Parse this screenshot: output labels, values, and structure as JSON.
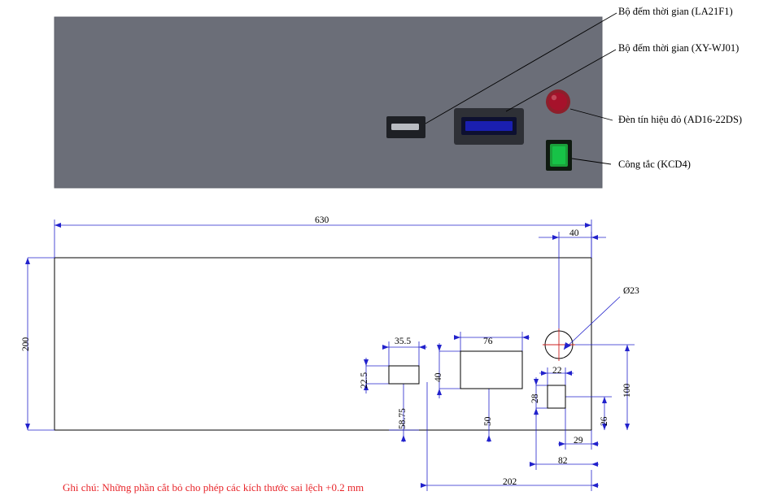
{
  "photo": {
    "name": "enclosure-front-panel-photo",
    "panel_color": "#6b6e78",
    "components": [
      {
        "name": "timer-la21f1",
        "label": "Bộ đếm thời gian (LA21F1)"
      },
      {
        "name": "timer-xywj01",
        "label": "Bộ đếm thời gian (XY-WJ01)"
      },
      {
        "name": "red-indicator-lamp",
        "label": "Đèn tín hiệu đỏ (AD16-22DS)"
      },
      {
        "name": "rocker-switch",
        "label": "Công tắc (KCD4)"
      }
    ]
  },
  "drawing": {
    "title": "front-panel-cutout-drawing",
    "dimensions": {
      "overall_width": "630",
      "overall_height": "200",
      "edge_to_hole": "40",
      "hole_diameter": "Ø23",
      "rect_small_width": "35.5",
      "rect_small_height": "22.5",
      "rect_small_offset": "58.75",
      "rect_large_width": "76",
      "rect_large_height": "40",
      "rect_large_offset": "50",
      "switch_width": "22",
      "switch_height": "28",
      "switch_offset_x": "29",
      "switch_offset_y": "26",
      "dim_100": "100",
      "dim_82": "82",
      "dim_202": "202"
    },
    "note": "Ghi chú: Những phần cắt bỏ cho phép các kích thước sai lệch +0.2 mm",
    "note_color": "#e8262b"
  }
}
